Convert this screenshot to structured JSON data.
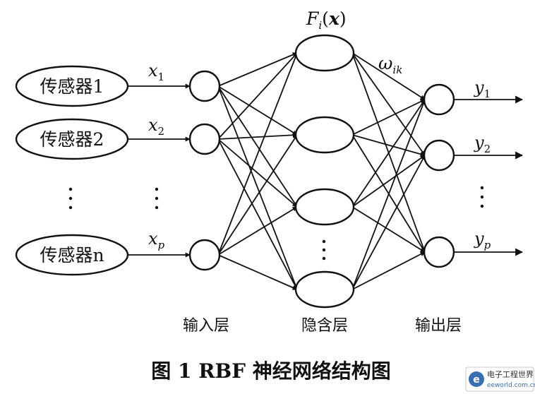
{
  "sensors": [
    "传感器1",
    "传感器2",
    "传感器n"
  ],
  "inputs": [
    "x1",
    "x2",
    "xp"
  ],
  "hidden_function": "Fi(x)",
  "weight_label": "ωik",
  "outputs": [
    "y1",
    "y2",
    "yp"
  ],
  "layer_labels": {
    "input": "输入层",
    "hidden": "隐含层",
    "output": "输出层"
  },
  "caption": "图 1 RBF 神经网络结构图",
  "watermark": {
    "brand": "电子工程世界",
    "site": "eeworld.com.cn"
  }
}
